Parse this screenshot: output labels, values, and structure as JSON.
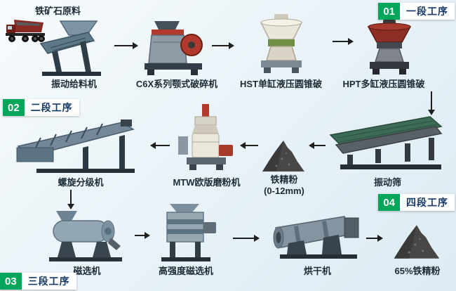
{
  "stages": {
    "s1": {
      "num": "01",
      "label": "一段工序"
    },
    "s2": {
      "num": "02",
      "label": "二段工序"
    },
    "s3": {
      "num": "03",
      "label": "三段工序"
    },
    "s4": {
      "num": "04",
      "label": "四段工序"
    }
  },
  "labels": {
    "raw_material": "铁矿石原料",
    "vibrating_feeder": "振动给料机",
    "jaw_crusher": "C6X系列颚式破碎机",
    "hst_cone_crusher": "HST单缸液压圆锥破",
    "hpt_cone_crusher": "HPT多缸液压圆锥破",
    "spiral_classifier": "螺旋分级机",
    "mtw_mill": "MTW欧版磨粉机",
    "iron_powder": "铁精粉",
    "iron_powder_size": "(0-12mm)",
    "vibrating_screen": "振动筛",
    "magnetic_separator": "磁选机",
    "high_intensity_magnetic_separator": "高强度磁选机",
    "dryer": "烘干机",
    "final_product": "65%铁精粉"
  },
  "colors": {
    "badge_green": "#00A65A",
    "badge_text_blue": "#163A66",
    "label_text": "#1D2B36",
    "arrow": "#1F1F1F",
    "background_light": "#F7FBFD",
    "background_dark": "#DCEBF3"
  }
}
